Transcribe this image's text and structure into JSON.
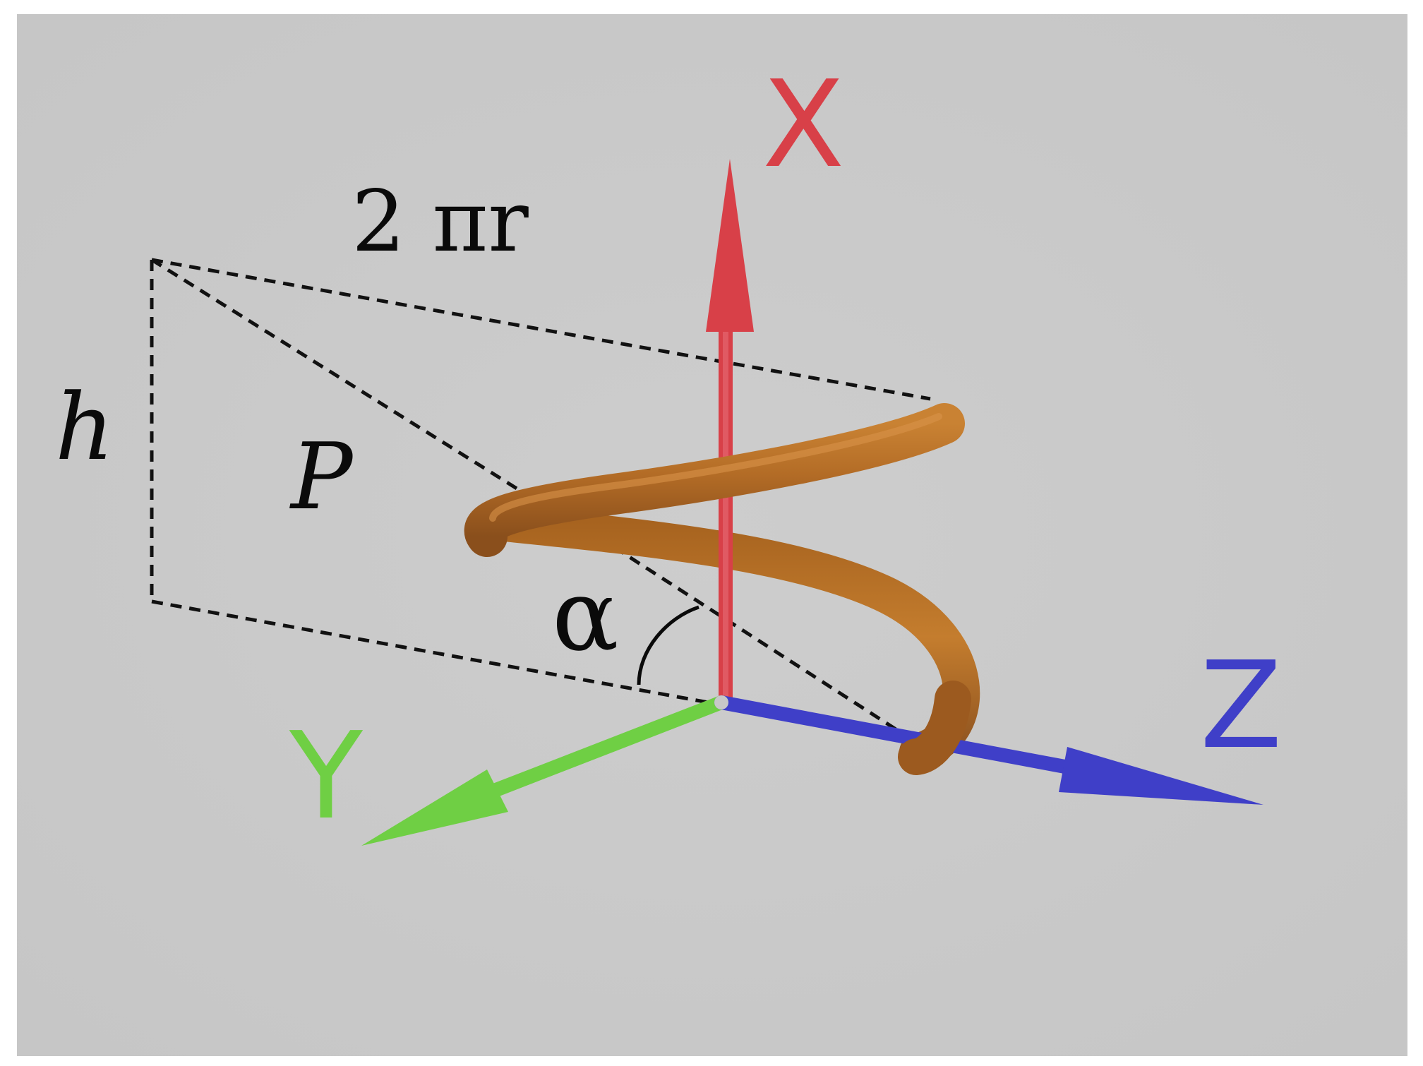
{
  "diagram": {
    "labels": {
      "circumference": "2 πr",
      "height": "h",
      "pitch_length": "P",
      "angle": "α",
      "axis_x": "X",
      "axis_y": "Y",
      "axis_z": "Z"
    },
    "colors": {
      "background": "#cbcbcb",
      "axis_x": "#d84048",
      "axis_y": "#6fcf44",
      "axis_z": "#3f3fc8",
      "helix": "#b7702a",
      "helix_shadow": "#8e5320",
      "helix_highlight": "#d48a3a",
      "dashed_lines": "#111111"
    },
    "icons": {
      "axis_x_arrow": "arrow-up-icon",
      "axis_y_arrow": "arrow-down-left-icon",
      "axis_z_arrow": "arrow-down-right-icon",
      "helix": "helix-coil-icon"
    }
  }
}
